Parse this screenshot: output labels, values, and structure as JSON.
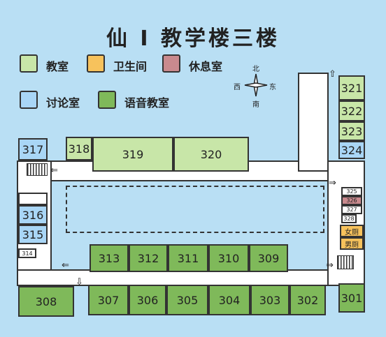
{
  "title": "仙 I 教学楼三楼",
  "legend": [
    {
      "label": "教室",
      "color": "#c8e6a8"
    },
    {
      "label": "卫生间",
      "color": "#f7c25c"
    },
    {
      "label": "休息室",
      "color": "#c98a8e"
    },
    {
      "label": "讨论室",
      "color": "#a9d6f6"
    },
    {
      "label": "语音教室",
      "color": "#7fb95a"
    }
  ],
  "compass": {
    "north": "北",
    "south": "南",
    "east": "东",
    "west": "西"
  },
  "rooms": {
    "r301": "301",
    "r302": "302",
    "r303": "303",
    "r304": "304",
    "r305": "305",
    "r306": "306",
    "r307": "307",
    "r308": "308",
    "r309": "309",
    "r310": "310",
    "r311": "311",
    "r312": "312",
    "r313": "313",
    "r314": "314",
    "r315": "315",
    "r316": "316",
    "r317": "317",
    "r318": "318",
    "r319": "319",
    "r320": "320",
    "r321": "321",
    "r322": "322",
    "r323": "323",
    "r324": "324",
    "r325": "325",
    "r326": "326",
    "r327": "327",
    "r328": "328",
    "women": "女厕",
    "men": "男厕"
  },
  "colors": {
    "background": "#b9dff4",
    "classroom": "#c8e6a8",
    "language": "#7fb95a",
    "discussion": "#a9d6f6",
    "restroom": "#f7c25c",
    "lounge": "#c98a8e"
  }
}
